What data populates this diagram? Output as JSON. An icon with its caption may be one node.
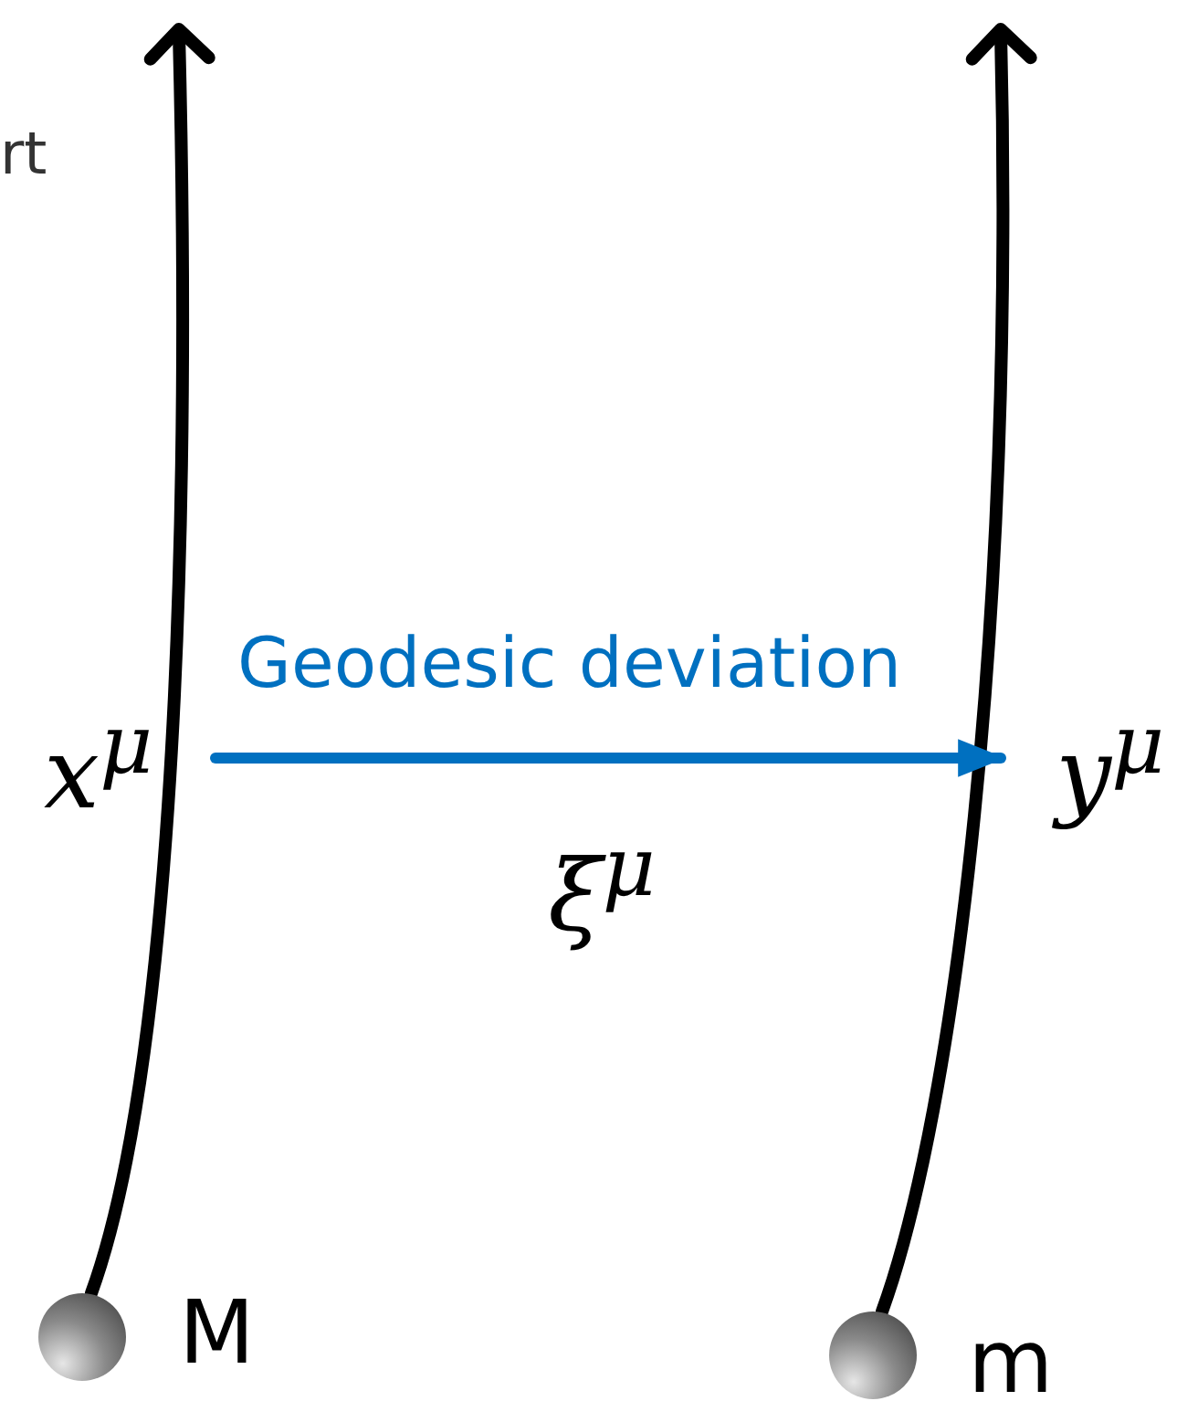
{
  "diagram": {
    "nodes": [
      {
        "text": [],
        "shape": "circle",
        "beside": [
          "M"
        ]
      },
      {
        "text": [],
        "shape": "circle",
        "beside": [
          "m"
        ]
      },
      {
        "text": [
          "x$^{μ}$"
        ]
      },
      {
        "text": [
          "y$^{μ}$"
        ]
      }
    ],
    "edges": [
      {
        "from": 0,
        "to": null,
        "arrow": "to"
      },
      {
        "from": 1,
        "to": null,
        "arrow": "to"
      },
      {
        "from": 2,
        "to": 3,
        "arrow": "to",
        "label": "Geodesic deviation",
        "color": "#0070c0"
      }
    ],
    "labels": [
      "rt",
      "ξ$^{μ}$"
    ]
  }
}
